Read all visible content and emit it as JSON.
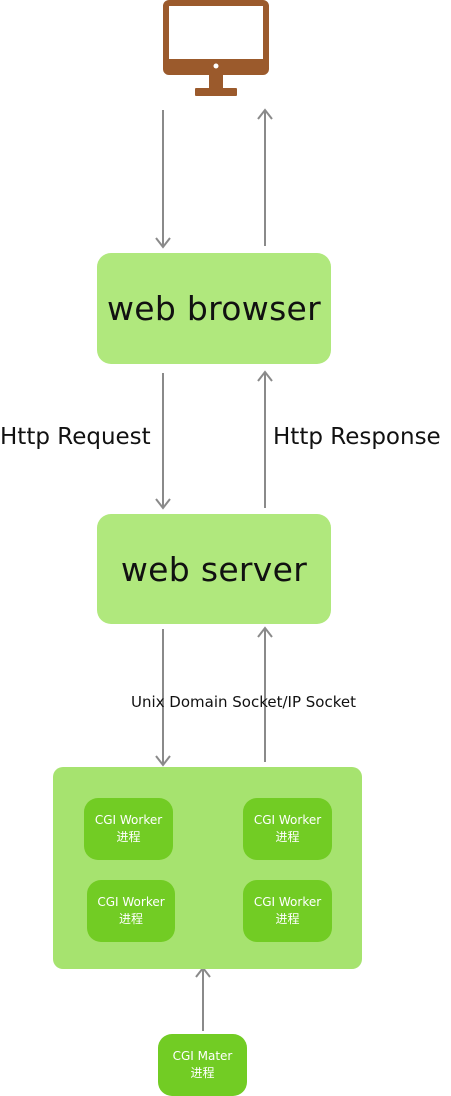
{
  "nodes": {
    "browser": "web browser",
    "server": "web server"
  },
  "edges": {
    "request": "Http Request",
    "response": "Http Response",
    "socket": "Unix Domain Socket/IP Socket"
  },
  "workers": [
    {
      "name": "CGI Worker",
      "sub": "进程"
    },
    {
      "name": "CGI Worker",
      "sub": "进程"
    },
    {
      "name": "CGI Worker",
      "sub": "进程"
    },
    {
      "name": "CGI Worker",
      "sub": "进程"
    }
  ],
  "master": {
    "name": "CGI Mater",
    "sub": "进程"
  },
  "colors": {
    "node_fill": "#b0e87d",
    "pool_fill": "#a6e36f",
    "worker_fill": "#72cc24",
    "arrow": "#8a8a8a",
    "monitor": "#9b5a2c"
  },
  "icons": {
    "client": "desktop-monitor-icon"
  }
}
